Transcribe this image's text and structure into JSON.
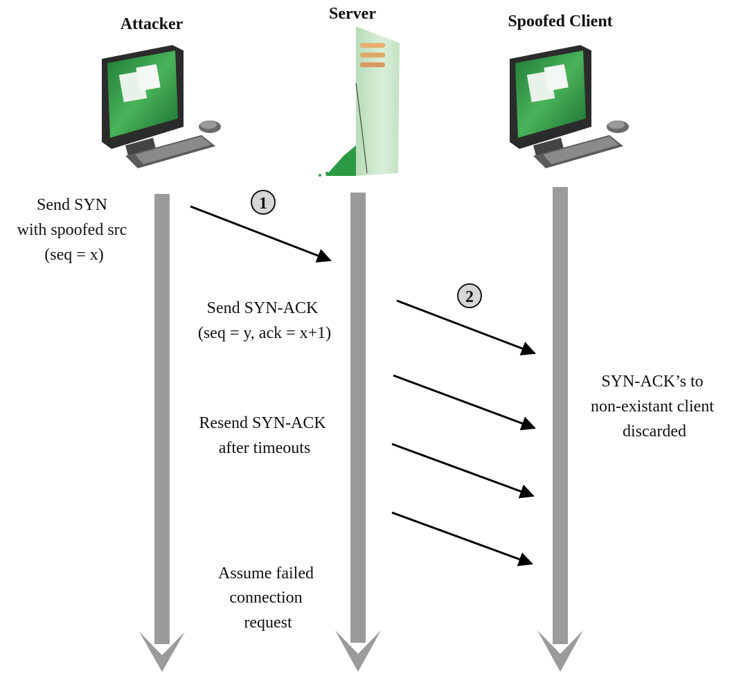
{
  "entities": {
    "attacker": {
      "label": "Attacker",
      "icon": "desktop-computer-icon"
    },
    "server": {
      "label": "Server",
      "icon": "server-tower-icon"
    },
    "client": {
      "label": "Spoofed Client",
      "icon": "desktop-computer-icon"
    }
  },
  "notes": {
    "attacker_send": [
      "Send SYN",
      "with spoofed src",
      "(seq = x)"
    ],
    "server_send": [
      "Send SYN-ACK",
      "(seq = y, ack = x+1)"
    ],
    "server_resend": [
      "Resend SYN-ACK",
      "after timeouts"
    ],
    "server_fail": [
      "Assume failed",
      "connection",
      "request"
    ],
    "client_discard": [
      "SYN-ACK’s to",
      "non-existant client",
      "discarded"
    ]
  },
  "steps": {
    "step1": "1",
    "step2": "2"
  },
  "colors": {
    "timeline": "#9b9b9b",
    "arrow": "#000000",
    "screen_green": "#2f9a4a",
    "monitor_frame": "#3a3a3a",
    "server_green": "#cfe8cf",
    "step_badge": "#d6d6d6"
  }
}
